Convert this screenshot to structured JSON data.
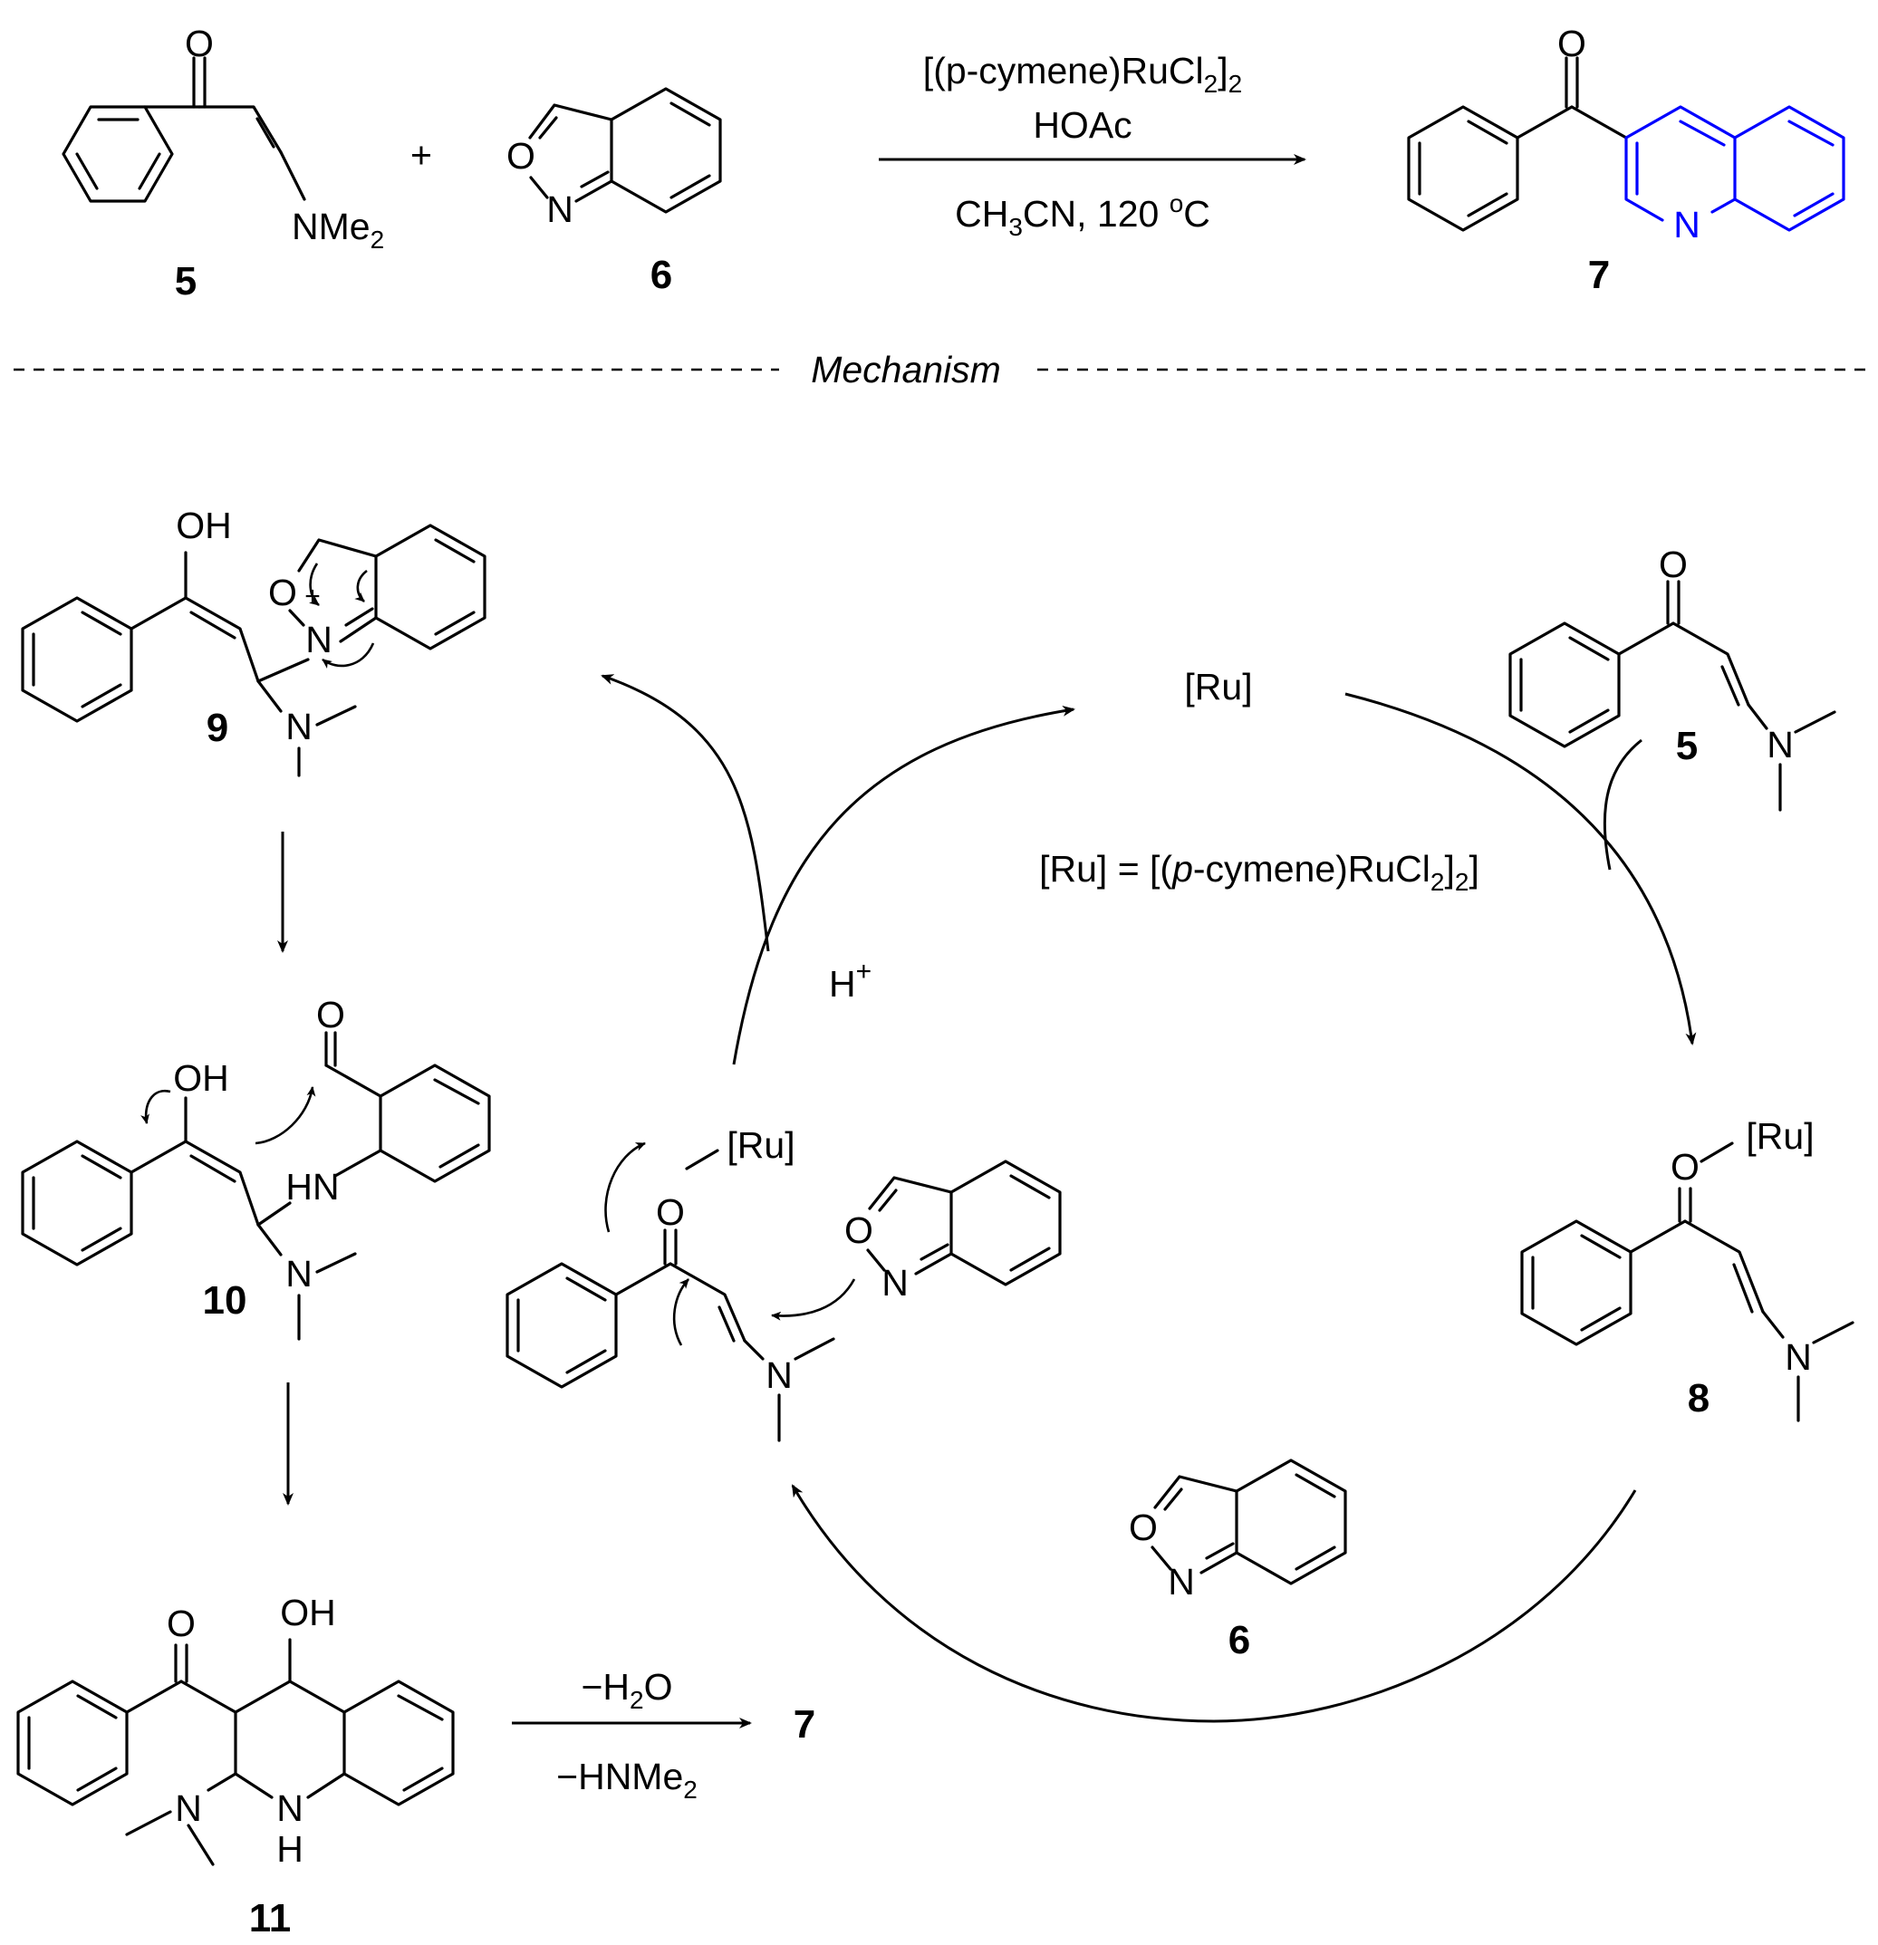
{
  "top_reaction": {
    "plus": "+",
    "conditions": {
      "catalyst": {
        "pre": "[(p-cymene)RuCl",
        "sub1": "2",
        "mid": "]",
        "sub2": "2"
      },
      "additive": "HOAc",
      "solvent": {
        "pre": "CH",
        "sub": "3",
        "post": "CN, 120 ",
        "sup": "o",
        "unit": "C"
      }
    },
    "reactant1": {
      "number": "5",
      "carbonyl_O": "O",
      "amine": "NMe",
      "amine_sub": "2"
    },
    "reactant2": {
      "number": "6",
      "O": "O",
      "N": "N"
    },
    "product": {
      "number": "7",
      "carbonyl_O": "O",
      "N": "N",
      "highlight_color": "#0000ff"
    }
  },
  "divider": {
    "label": "Mechanism"
  },
  "mechanism": {
    "ru_label": "[Ru]",
    "ru_definition": {
      "pre": "[Ru] = [(",
      "italic": "p",
      "post": "-cymene)RuCl",
      "sub1": "2",
      "mid": "]",
      "sub2": "2",
      "close": "]"
    },
    "proton": {
      "H": "H",
      "sup": "+"
    },
    "cmpd5": {
      "number": "5",
      "O": "O",
      "N": "N"
    },
    "cmpd8": {
      "number": "8",
      "O": "O",
      "Ru": "[Ru]",
      "N": "N"
    },
    "cmpd6": {
      "number": "6",
      "O": "O",
      "N": "N"
    },
    "intermediate": {
      "O": "O",
      "Ru": "[Ru]",
      "N": "N",
      "iso_O": "O",
      "iso_N": "N"
    },
    "cmpd9": {
      "number": "9",
      "OH": "OH",
      "O": "O",
      "plus": "+",
      "N": "N",
      "NMe": "N"
    },
    "cmpd10": {
      "number": "10",
      "OH": "OH",
      "O": "O",
      "HN": "HN",
      "N": "N"
    },
    "cmpd11": {
      "number": "11",
      "O": "O",
      "OH": "OH",
      "N": "N",
      "NH_N": "N",
      "NH_H": "H"
    },
    "final_step": {
      "minus_water": {
        "pre": "−H",
        "sub": "2",
        "post": "O"
      },
      "minus_amine": {
        "pre": "−HNMe",
        "sub": "2"
      },
      "product": "7"
    }
  }
}
